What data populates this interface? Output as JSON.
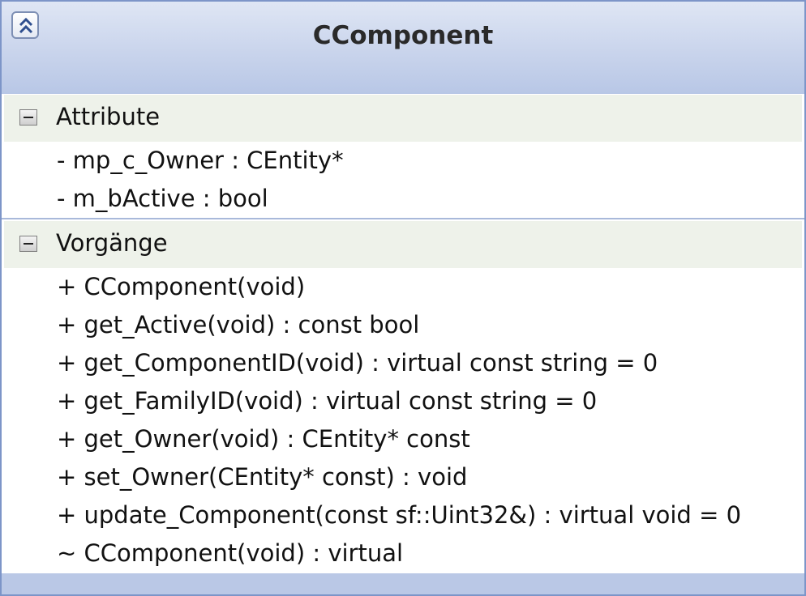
{
  "class_name": "CComponent",
  "compartments": {
    "attributes": {
      "title": "Attribute",
      "items": [
        "- mp_c_Owner : CEntity*",
        "- m_bActive : bool"
      ]
    },
    "operations": {
      "title": "Vorgänge",
      "items": [
        "+ CComponent(void)",
        "+ get_Active(void) : const bool",
        "+ get_ComponentID(void) : virtual const string = 0",
        "+ get_FamilyID(void) : virtual const string = 0",
        "+ get_Owner(void) : CEntity* const",
        "+ set_Owner(CEntity* const) : void",
        "+ update_Component(const sf::Uint32&) : virtual void = 0",
        "~ CComponent(void) : virtual"
      ]
    }
  },
  "icons": {
    "collapse_shape": "double-chevron-up-icon",
    "compartment_toggle": "minus-box-icon"
  },
  "colors": {
    "header_gradient": "#c9d4ec",
    "border": "#7d95c8",
    "compartment_header_bg": "#eef2ea",
    "footer": "#bac8e6"
  }
}
